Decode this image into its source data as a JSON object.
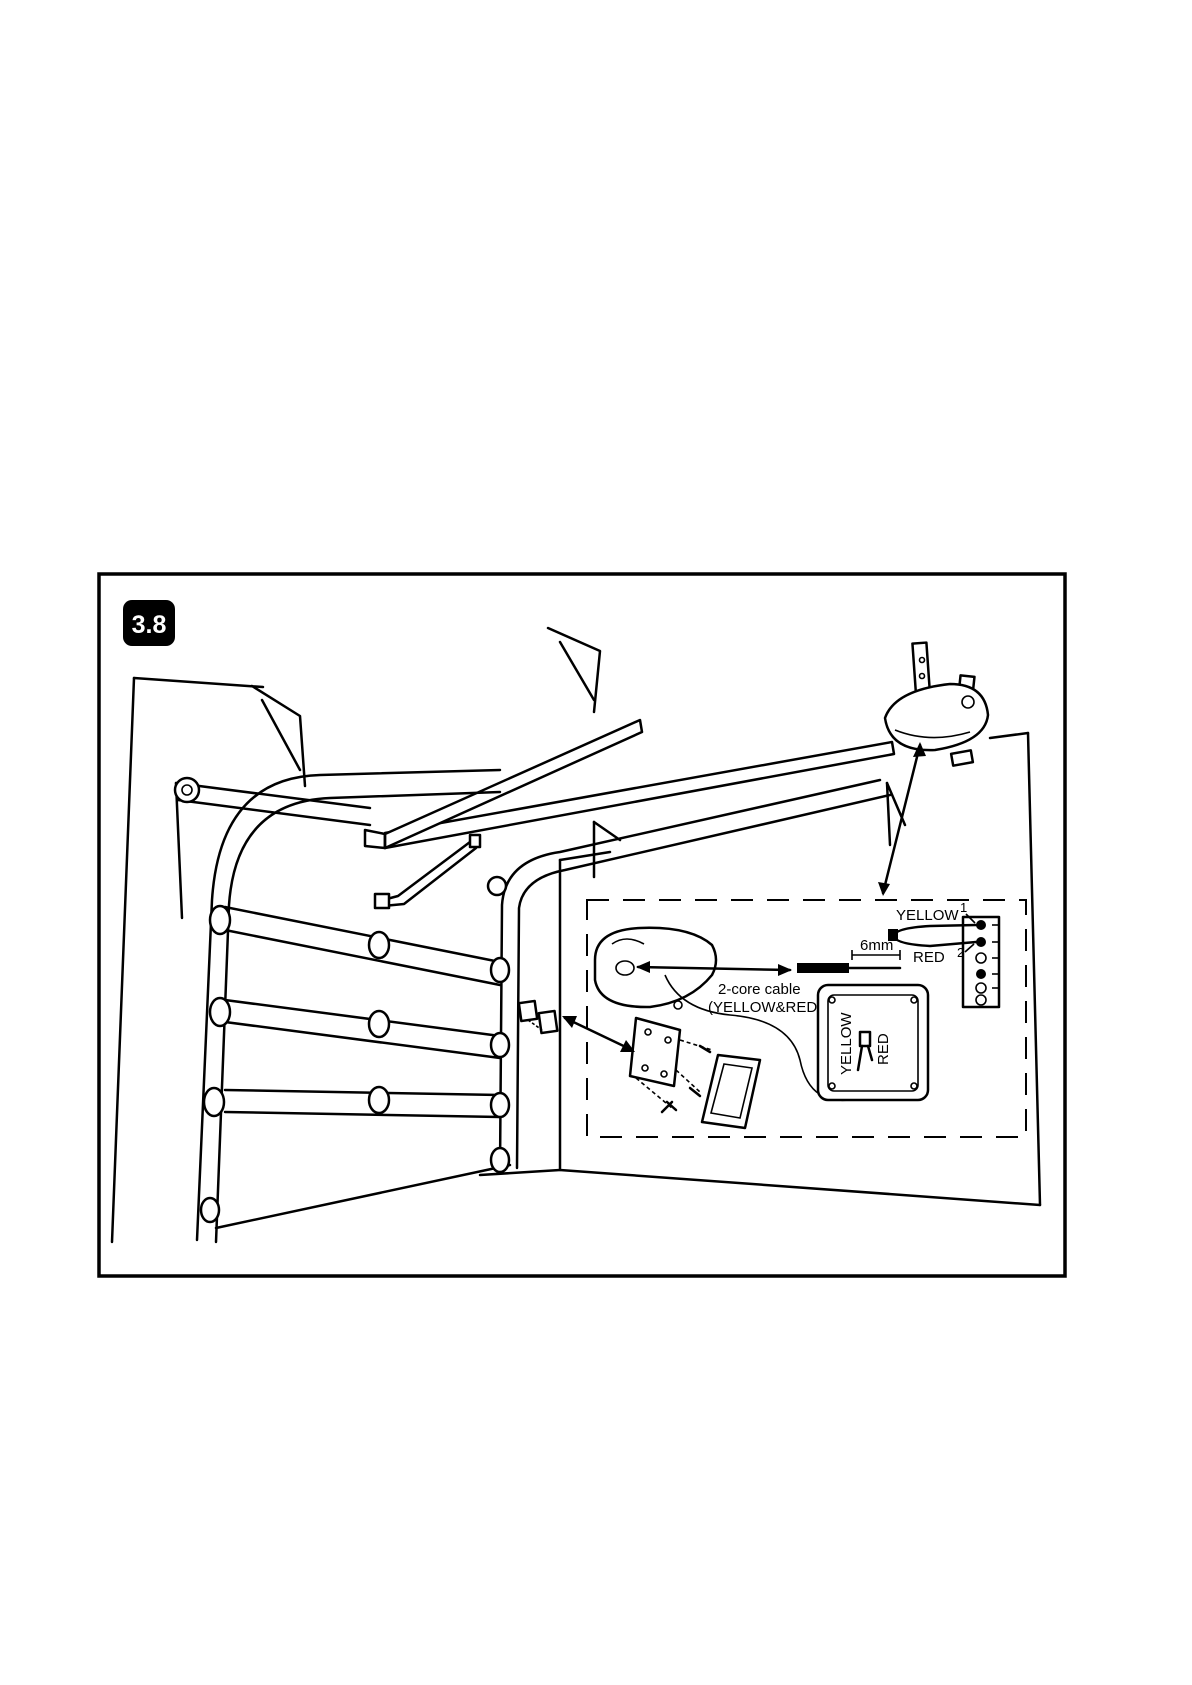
{
  "figure": {
    "number": "3.8",
    "labels": {
      "yellow": "YELLOW",
      "red": "RED",
      "terminal_1": "1",
      "terminal_2": "2",
      "strip_length": "6mm",
      "cable_line1": "2-core cable",
      "cable_line2": "(YELLOW&RED)",
      "switch_yellow": "YELLOW",
      "switch_red": "RED"
    }
  },
  "colors": {
    "line": "#000000",
    "background": "#ffffff",
    "badge": "#000000",
    "badge_text": "#ffffff"
  }
}
